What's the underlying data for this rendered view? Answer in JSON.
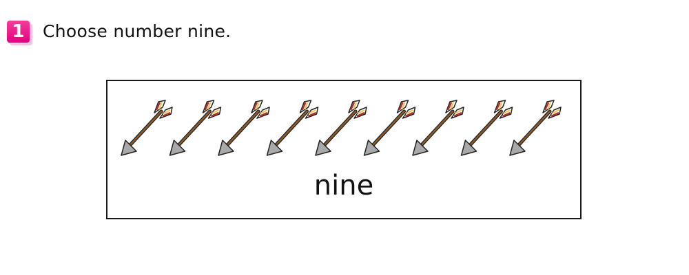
{
  "question": {
    "number": "1",
    "prompt": "Choose number nine."
  },
  "card": {
    "item_icon": "arrow-icon",
    "count": 9,
    "word": "nine"
  },
  "colors": {
    "badge": "#e4007f",
    "badge_shadow": "#ffc0dd",
    "arrow_shaft": "#8b5a2b",
    "arrow_head": "#a9a9a9",
    "fletching_red": "#b5312c",
    "fletching_yellow": "#f2c14e"
  }
}
